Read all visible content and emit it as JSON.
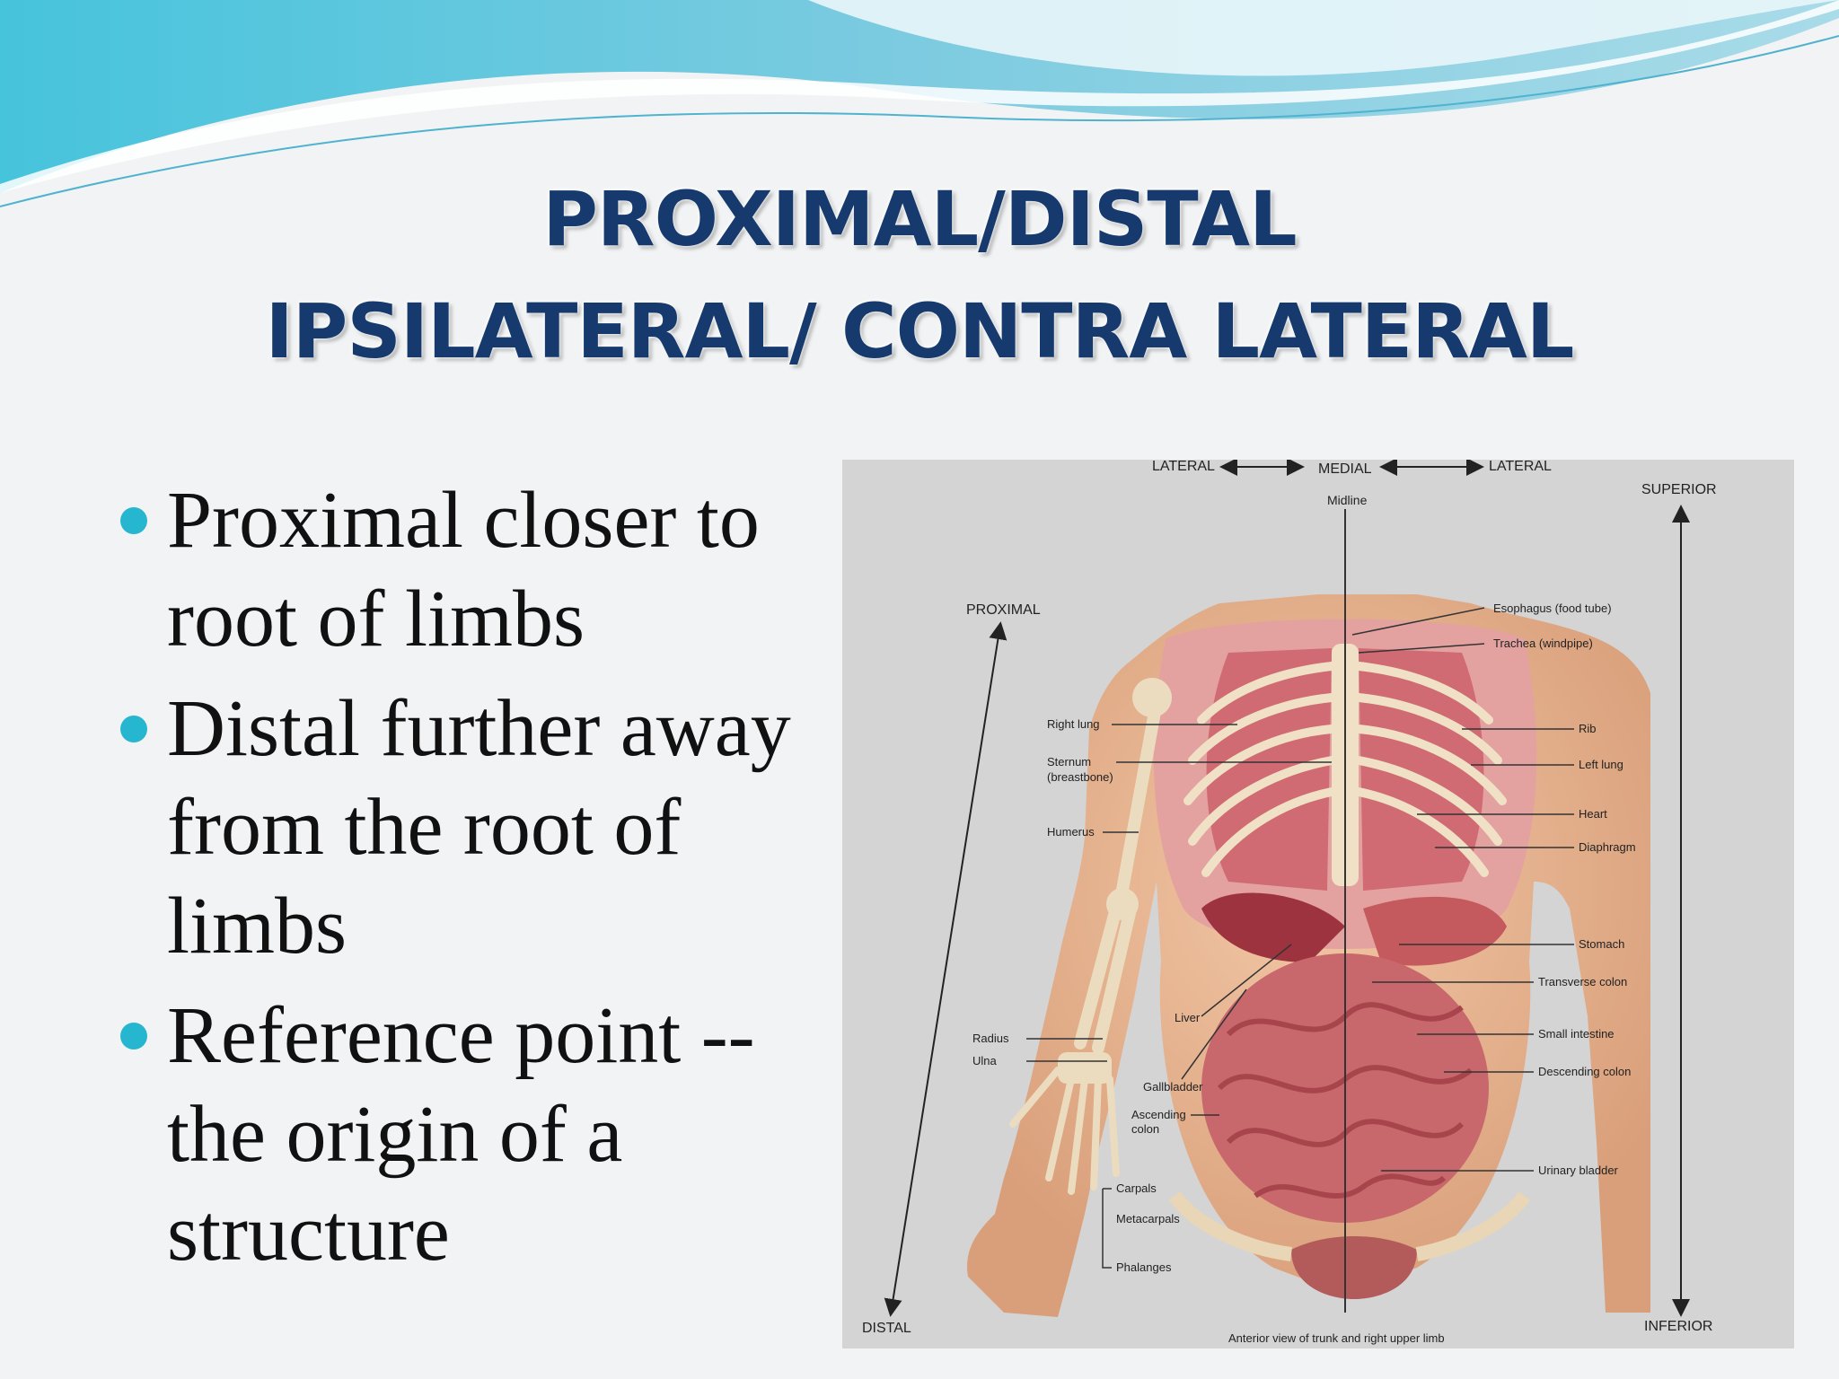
{
  "slide": {
    "title_line1": "PROXIMAL/DISTAL",
    "title_line2": "IPSILATERAL/ CONTRA LATERAL",
    "bullets": [
      "Proximal closer to root of limbs",
      "Distal further away from the root of limbs",
      "Reference point -- the origin of a structure"
    ]
  },
  "figure": {
    "top_lateral_left": "LATERAL",
    "top_medial": "MEDIAL",
    "top_lateral_right": "LATERAL",
    "midline": "Midline",
    "superior": "SUPERIOR",
    "inferior": "INFERIOR",
    "proximal": "PROXIMAL",
    "distal": "DISTAL",
    "caption": "Anterior view of trunk and right upper limb",
    "labels": {
      "esophagus": "Esophagus (food tube)",
      "trachea": "Trachea (windpipe)",
      "right_lung": "Right lung",
      "sternum": "Sternum",
      "breastbone": "(breastbone)",
      "rib": "Rib",
      "left_lung": "Left lung",
      "humerus": "Humerus",
      "heart": "Heart",
      "diaphragm": "Diaphragm",
      "stomach": "Stomach",
      "transverse_colon": "Transverse colon",
      "liver": "Liver",
      "radius": "Radius",
      "ulna": "Ulna",
      "small_intestine": "Small intestine",
      "descending_colon": "Descending colon",
      "gallbladder": "Gallbladder",
      "ascending": "Ascending",
      "colon": "colon",
      "urinary_bladder": "Urinary bladder",
      "carpals": "Carpals",
      "metacarpals": "Metacarpals",
      "phalanges": "Phalanges"
    }
  },
  "colors": {
    "title": "#173a6e",
    "bullet_dot": "#27b6cf",
    "wave_teal": "#4cc6dc",
    "figure_bg": "#d4d4d4"
  }
}
